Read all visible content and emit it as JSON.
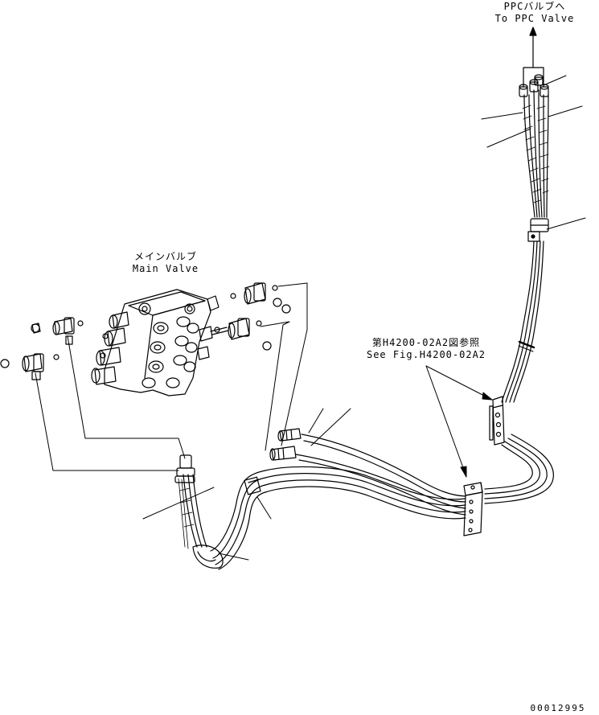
{
  "labels": {
    "ppc_valve_jp": "PPCバルブへ",
    "ppc_valve_en": "To PPC Valve",
    "main_valve_jp": "メインバルブ",
    "main_valve_en": "Main Valve",
    "see_fig_jp": "第H4200-02A2図参照",
    "see_fig_en": "See Fig.H4200-02A2",
    "drawing_number": "00012995"
  },
  "colors": {
    "line": "#000000",
    "background": "#ffffff"
  }
}
